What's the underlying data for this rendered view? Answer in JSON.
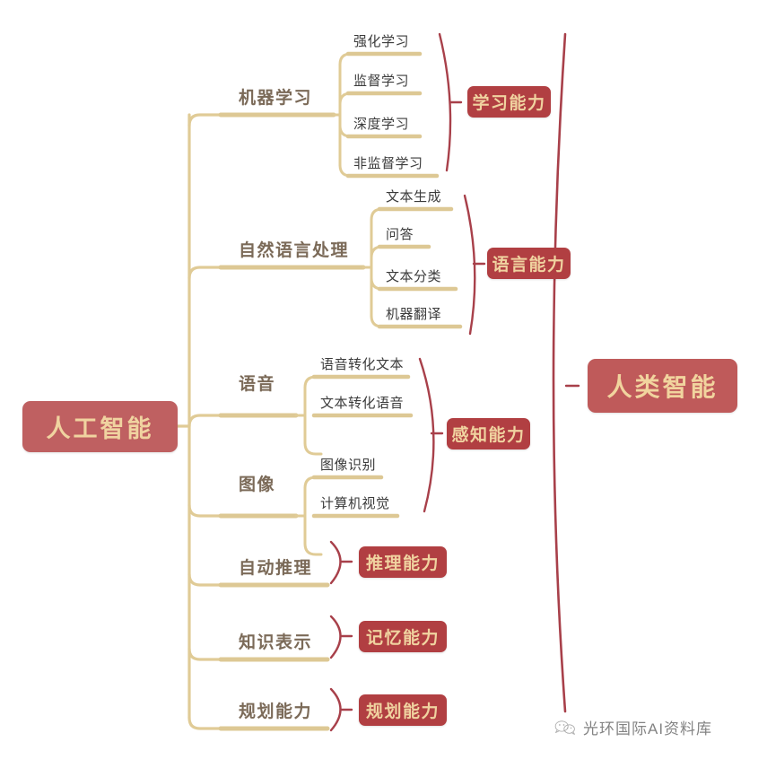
{
  "title": "人工智能 / 人类智能 思维导图",
  "colors": {
    "root_bg": "#bf6061",
    "root_text": "#f0d3a0",
    "goal_bg": "#bf5a5a",
    "goal_text": "#f1d49e",
    "badge_bg": "#b13f42",
    "badge_text": "#f0d3a0",
    "branch_line": "#e0cb96",
    "underline": "#ddc894",
    "brace": "#a8404a",
    "topic_text": "#7b6a58",
    "leaf_text": "#3b3b3b",
    "background": "#ffffff"
  },
  "root": {
    "label": "人工智能"
  },
  "goal": {
    "label": "人类智能"
  },
  "branches": [
    {
      "topic": "机器学习",
      "ability": "学习能力",
      "leaves": [
        "强化学习",
        "监督学习",
        "深度学习",
        "非监督学习"
      ]
    },
    {
      "topic": "自然语言处理",
      "ability": "语言能力",
      "leaves": [
        "文本生成",
        "问答",
        "文本分类",
        "机器翻译"
      ]
    },
    {
      "topic": "语音",
      "ability": "感知能力",
      "leaves": [
        "语音转化文本",
        "文本转化语音"
      ]
    },
    {
      "topic": "图像",
      "ability": "",
      "leaves": [
        "图像识别",
        "计算机视觉"
      ]
    },
    {
      "topic": "自动推理",
      "ability": "推理能力",
      "leaves": []
    },
    {
      "topic": "知识表示",
      "ability": "记忆能力",
      "leaves": []
    },
    {
      "topic": "规划能力",
      "ability": "规划能力",
      "leaves": []
    }
  ],
  "abilities": [
    {
      "label": "学习能力"
    },
    {
      "label": "语言能力"
    },
    {
      "label": "感知能力"
    },
    {
      "label": "推理能力"
    },
    {
      "label": "记忆能力"
    },
    {
      "label": "规划能力"
    }
  ],
  "watermark": {
    "text": "光环国际AI资料库",
    "icon": "wechat-icon"
  }
}
